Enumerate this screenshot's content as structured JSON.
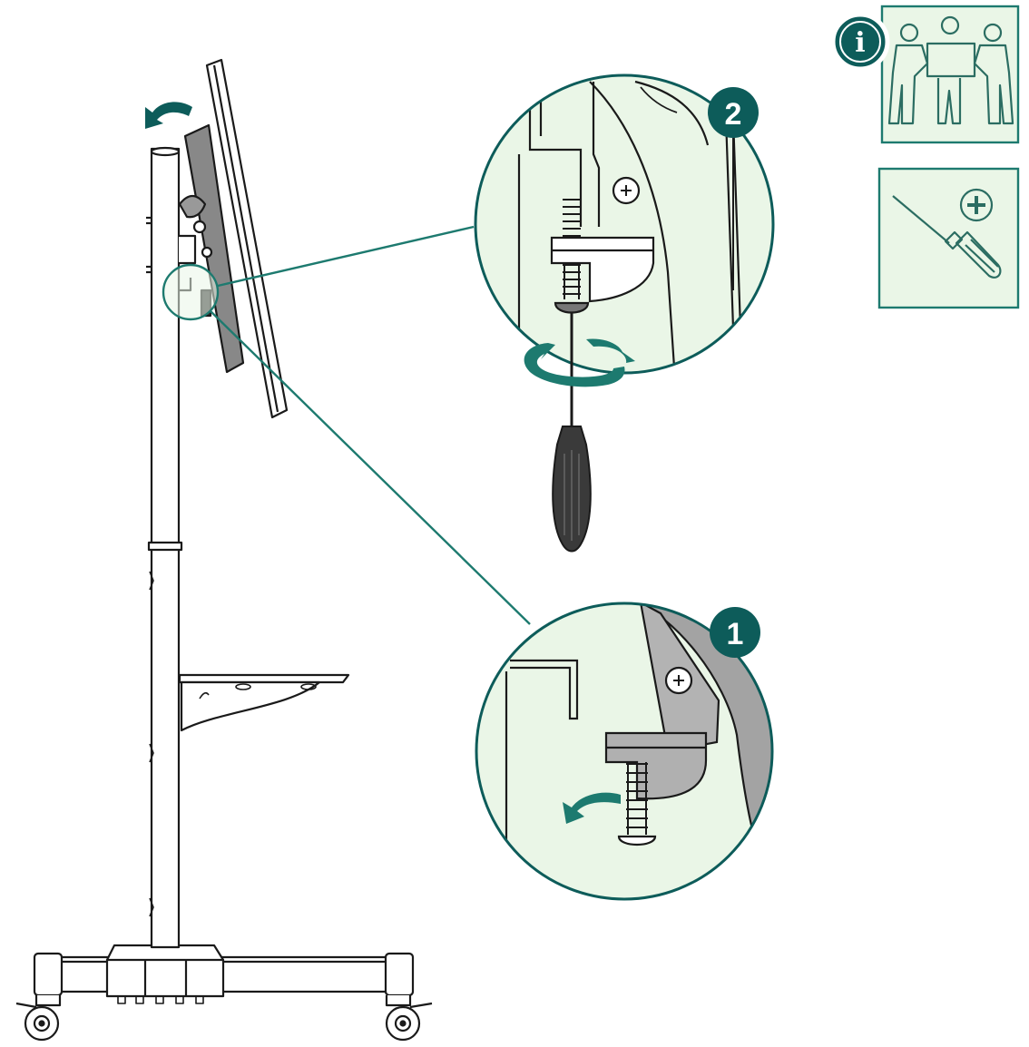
{
  "steps": [
    {
      "label": "1"
    },
    {
      "label": "2"
    }
  ],
  "info_badge": {
    "label": "i"
  },
  "icons": {
    "info": "info-icon",
    "two_person": "two-person-lift-icon",
    "tool": "phillips-screwdriver-icon",
    "rotate": "rotate-arrow-icon",
    "tilt": "tilt-arrow-icon",
    "swing": "swing-arrow-icon"
  },
  "colors": {
    "accent": "#0d5c5a",
    "accent_line": "#1d7a6f",
    "panel_fill": "#eaf6e7",
    "bracket_gray": "#9b9b9b",
    "line": "#1a1a1a"
  }
}
